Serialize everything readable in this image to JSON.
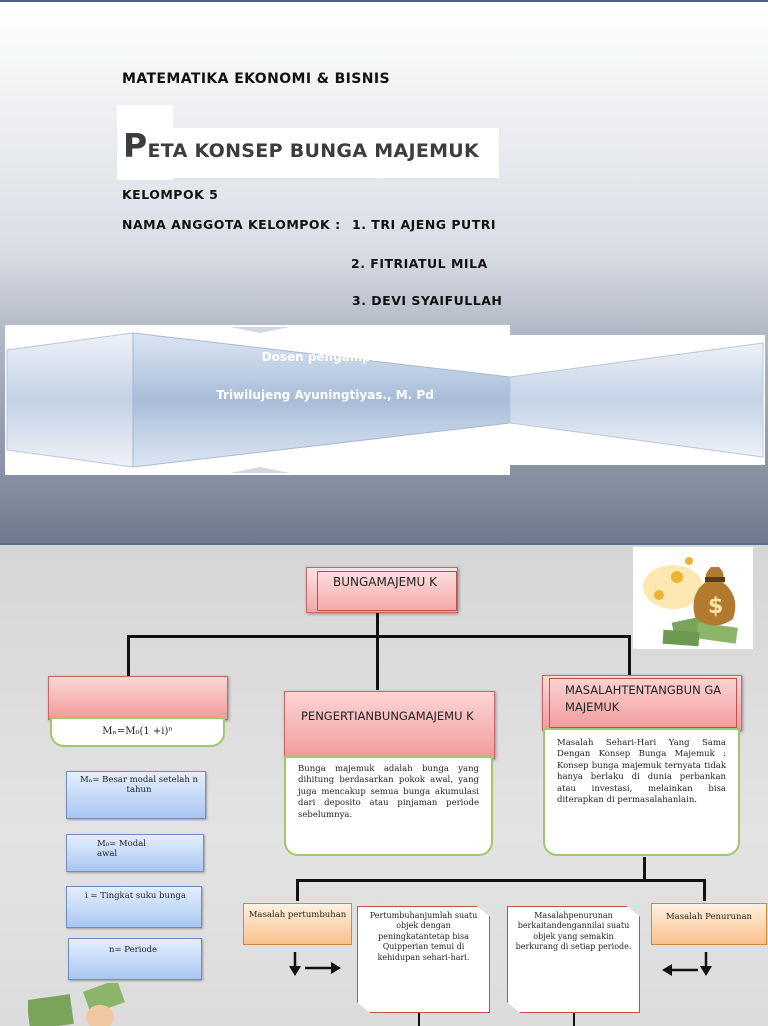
{
  "cover": {
    "course": "MATEMATIKA EKONOMI & BISNIS",
    "title_initial": "P",
    "title_rest": "ETA KONSEP BUNGA MAJEMUK",
    "group": "KELOMPOK 5",
    "members_label": "NAMA ANGGOTA KELOMPOK :",
    "member1": "1. TRI AJENG PUTRI",
    "member2": "2. FITRIATUL MILA",
    "member3": "3. DEVI SYAIFULLAH",
    "lecturer_label": "Dosen pengampu :",
    "lecturer_name": "Triwilujeng Ayuningtiyas., M. Pd"
  },
  "map": {
    "root": "BUNGAMAJEMU K",
    "formula": "Mₙ=M₀(1 +i)ⁿ",
    "def_mn": "Mₙ= Besar modal setelah n tahun",
    "def_mo": "M₀= Modal awal",
    "def_i": "i = Tingkat suku bunga",
    "def_n": "n= Periode",
    "center_title": "PENGERTIANBUNGAMAJEMU K",
    "center_text": "Bunga majemuk adalah bunga yang dihitung berdasarkan pokok awal, yang juga mencakup semua bunga akumulasi dari deposito atau pinjaman periode sebelumnya.",
    "right_title": "MASALAHTENTANGBUN GA MAJEMUK",
    "right_text": "Masalah Sehari-Hari Yang Sama Dengan Konsep Bunga Majemuk : Konsep bunga majemuk ternyata tidak hanya berlaku di dunia perbankan atau investasi, melainkan bisa diterapkan di permasalahanlain.",
    "growth_label": "Masalah pertumbuhan",
    "growth_text": "Pertumbuhanjumlah suatu objek dengan peningkatantetap bisa Quipperian temui di kehidupan sehari-hari.",
    "decline_text": "Masalahpenurunan berkaitandengannilai suatu objek yang semakin berkurang di setiap periode.",
    "decline_label": "Masalah Penurunan"
  },
  "colors": {
    "pink": "#f29a9a",
    "green": "#9fc76b",
    "blue": "#a9c6f1",
    "orange": "#f9c18a",
    "red": "#c0504d"
  }
}
